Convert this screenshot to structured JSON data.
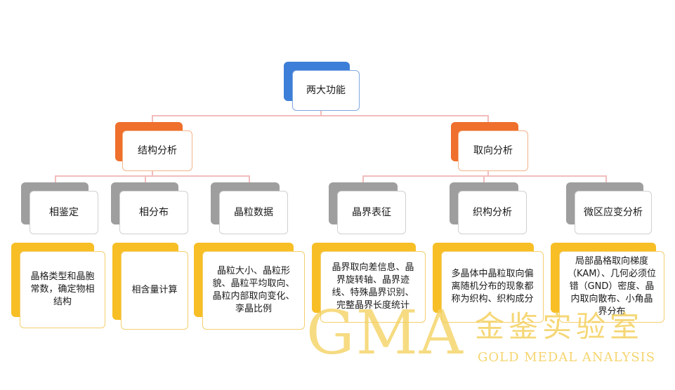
{
  "root": {
    "label": "两大功能"
  },
  "branches": [
    {
      "label": "结构分析"
    },
    {
      "label": "取向分析"
    }
  ],
  "leaves": [
    {
      "label": "相鉴定",
      "desc": "晶格类型和晶胞常数，确定物相结构"
    },
    {
      "label": "相分布",
      "desc": "相含量计算"
    },
    {
      "label": "晶粒数据",
      "desc": "晶粒大小、晶粒形貌、晶粒平均取向、晶粒内部取向变化、孪晶比例"
    },
    {
      "label": "晶界表征",
      "desc": "晶界取向差信息、晶界旋转轴、晶界迹线、特殊晶界识别、完整晶界长度统计"
    },
    {
      "label": "织构分析",
      "desc": "多晶体中晶粒取向偏离随机分布的现象都称为织构、织构成分"
    },
    {
      "label": "微区应变分析",
      "desc": "局部晶格取向梯度（KAM）、几何必须位错（GND）密度、晶内取向散布、小角晶界分布"
    }
  ],
  "watermark": {
    "latin": "GMA",
    "cn": "金鉴实验室",
    "en": "GOLD MEDAL ANALYSIS"
  },
  "colors": {
    "root": "#3d7fd8",
    "branch": "#ef6f2c",
    "leaf": "#9e9e9e",
    "desc": "#f7be26",
    "connector": "#f2bcbc"
  }
}
